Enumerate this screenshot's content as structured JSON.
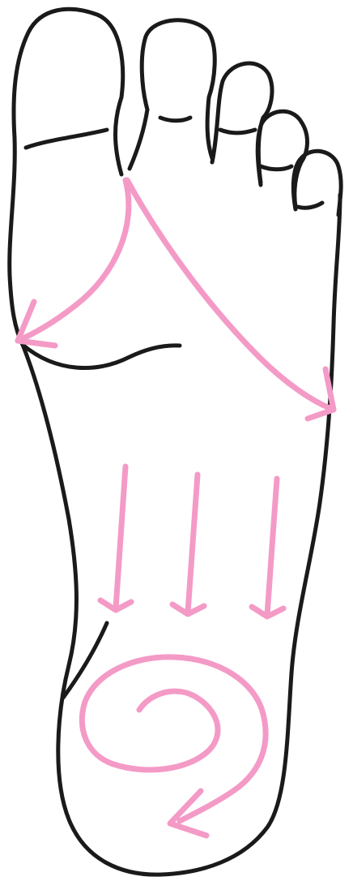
{
  "illustration": {
    "subject": "foot-sole",
    "outline_color": "#1a1a1a",
    "arrow_color": "#f49ac6",
    "background_color": "#ffffff",
    "strokes": [
      {
        "name": "stroke-ball-to-inner-edge",
        "direction": "down-left",
        "style": "curved-arrow"
      },
      {
        "name": "stroke-ball-to-outer-edge",
        "direction": "down-right",
        "style": "curved-arrow"
      },
      {
        "name": "stroke-arch-inner",
        "direction": "down",
        "style": "straight-arrow"
      },
      {
        "name": "stroke-arch-middle",
        "direction": "down",
        "style": "straight-arrow"
      },
      {
        "name": "stroke-arch-outer",
        "direction": "down",
        "style": "straight-arrow"
      },
      {
        "name": "stroke-heel-spiral",
        "direction": "spiral-outward",
        "style": "spiral-arrow"
      }
    ]
  }
}
